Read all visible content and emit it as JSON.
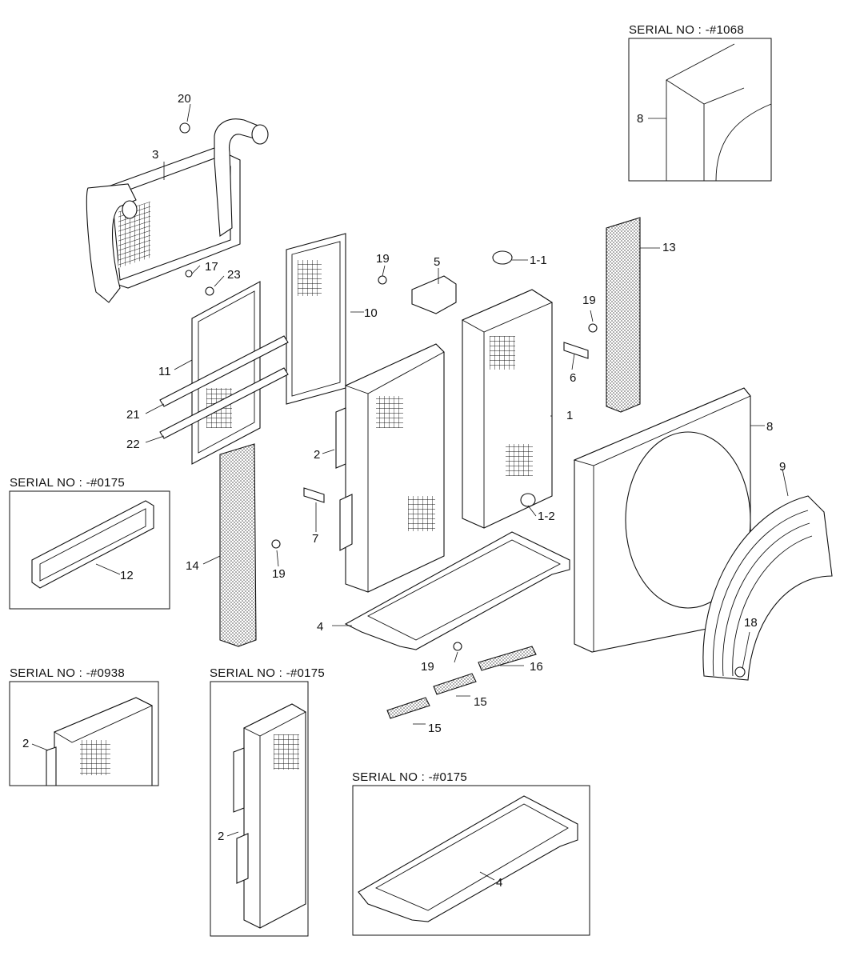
{
  "serial_labels": {
    "box_shroud": "SERIAL NO : -#1068",
    "box_gasket": "SERIAL NO : -#0175",
    "box_bracket_a": "SERIAL NO : -#0938",
    "box_bracket_b": "SERIAL NO : -#0175",
    "box_base": "SERIAL NO : -#0175"
  },
  "callouts": {
    "c1": "1",
    "c1_1": "1-1",
    "c1_2": "1-2",
    "c2_main": "2",
    "c2_box_a": "2",
    "c2_box_b": "2",
    "c3": "3",
    "c4_main": "4",
    "c4_box": "4",
    "c5": "5",
    "c6": "6",
    "c7": "7",
    "c8_main": "8",
    "c8_box": "8",
    "c9": "9",
    "c10": "10",
    "c11": "11",
    "c12": "12",
    "c13": "13",
    "c14": "14",
    "c15_a": "15",
    "c15_b": "15",
    "c16": "16",
    "c17": "17",
    "c18": "18",
    "c19_a": "19",
    "c19_b": "19",
    "c19_c": "19",
    "c19_d": "19",
    "c20": "20",
    "c21": "21",
    "c22": "22",
    "c23": "23"
  }
}
